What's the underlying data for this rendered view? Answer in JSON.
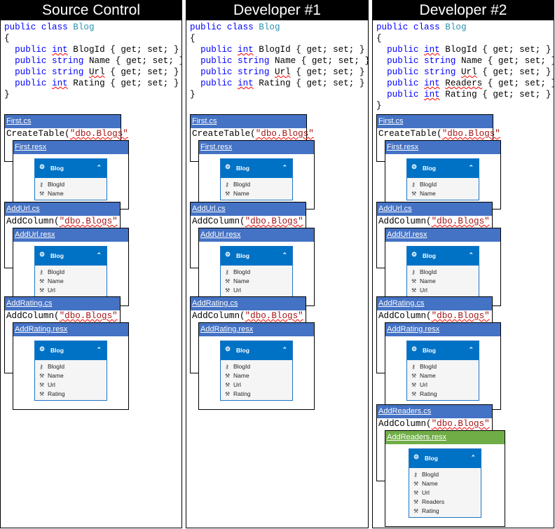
{
  "columns": [
    {
      "id": "source",
      "header": "Source Control",
      "class_props": [
        "BlogId",
        "Name",
        "Url",
        "Rating"
      ],
      "groups": [
        {
          "cs": "First.cs",
          "code_fn": "CreateTable(",
          "code_arg": "\"dbo.Blogs\"",
          "resx": "First.resx",
          "resx_color": "blue",
          "entity": "Blog",
          "props": [
            "BlogId",
            "Name"
          ]
        },
        {
          "cs": "AddUrl.cs",
          "code_fn": "AddColumn(",
          "code_arg": "\"dbo.Blogs\"",
          "resx": "AddUrl.resx",
          "resx_color": "blue",
          "entity": "Blog",
          "props": [
            "BlogId",
            "Name",
            "Url"
          ]
        },
        {
          "cs": "AddRating.cs",
          "code_fn": "AddColumn(",
          "code_arg": "\"dbo.Blogs\"",
          "resx": "AddRating.resx",
          "resx_color": "blue",
          "entity": "Blog",
          "props": [
            "BlogId",
            "Name",
            "Url",
            "Rating"
          ]
        }
      ]
    },
    {
      "id": "dev1",
      "header": "Developer #1",
      "class_props": [
        "BlogId",
        "Name",
        "Url",
        "Rating"
      ],
      "groups": [
        {
          "cs": "First.cs",
          "code_fn": "CreateTable(",
          "code_arg": "\"dbo.Blogs\"",
          "resx": "First.resx",
          "resx_color": "blue",
          "entity": "Blog",
          "props": [
            "BlogId",
            "Name"
          ]
        },
        {
          "cs": "AddUrl.cs",
          "code_fn": "AddColumn(",
          "code_arg": "\"dbo.Blogs\"",
          "resx": "AddUrl.resx",
          "resx_color": "blue",
          "entity": "Blog",
          "props": [
            "BlogId",
            "Name",
            "Url"
          ]
        },
        {
          "cs": "AddRating.cs",
          "code_fn": "AddColumn(",
          "code_arg": "\"dbo.Blogs\"",
          "resx": "AddRating.resx",
          "resx_color": "blue",
          "entity": "Blog",
          "props": [
            "BlogId",
            "Name",
            "Url",
            "Rating"
          ]
        }
      ]
    },
    {
      "id": "dev2",
      "header": "Developer #2",
      "class_props": [
        "BlogId",
        "Name",
        "Url",
        "Readers",
        "Rating"
      ],
      "groups": [
        {
          "cs": "First.cs",
          "code_fn": "CreateTable(",
          "code_arg": "\"dbo.Blogs\"",
          "resx": "First.resx",
          "resx_color": "blue",
          "entity": "Blog",
          "props": [
            "BlogId",
            "Name"
          ]
        },
        {
          "cs": "AddUrl.cs",
          "code_fn": "AddColumn(",
          "code_arg": "\"dbo.Blogs\"",
          "resx": "AddUrl.resx",
          "resx_color": "blue",
          "entity": "Blog",
          "props": [
            "BlogId",
            "Name",
            "Url"
          ]
        },
        {
          "cs": "AddRating.cs",
          "code_fn": "AddColumn(",
          "code_arg": "\"dbo.Blogs\"",
          "resx": "AddRating.resx",
          "resx_color": "blue",
          "entity": "Blog",
          "props": [
            "BlogId",
            "Name",
            "Url",
            "Rating"
          ]
        },
        {
          "cs": "AddReaders.cs",
          "code_fn": "AddColumn(",
          "code_arg": "\"dbo.Blogs\"",
          "resx": "AddReaders.resx",
          "resx_color": "green",
          "entity": "Blog",
          "props": [
            "BlogId",
            "Name",
            "Url",
            "Readers",
            "Rating"
          ]
        }
      ]
    }
  ],
  "code": {
    "kw_public": "public",
    "kw_class": "class",
    "class_name": "Blog",
    "open_brace": "{",
    "close_brace": "}",
    "accessors": "{ get; set; }",
    "types": {
      "BlogId": "int",
      "Name": "string",
      "Url": "string",
      "Rating": "int",
      "Readers": "int"
    }
  },
  "colors": {
    "doc_blue": "#4472c4",
    "doc_green": "#70ad47",
    "entity_header": "#0072c6",
    "keyword": "#0000ff",
    "type": "#2b91af",
    "string": "#a31515"
  }
}
